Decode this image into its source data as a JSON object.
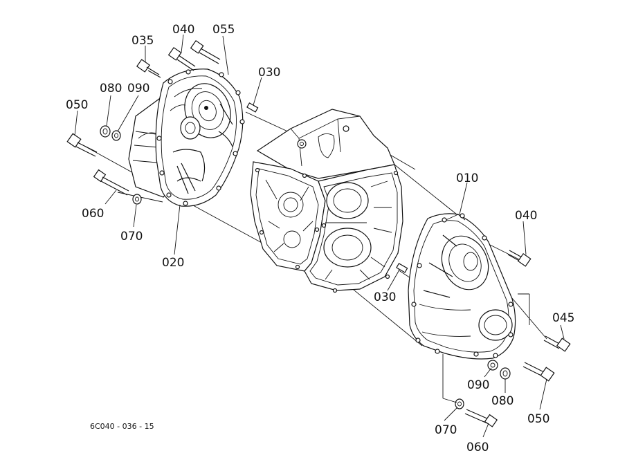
{
  "diagram": {
    "drawing_code": "6C040 - 036 - 15",
    "callouts": {
      "c035": "035",
      "c040a": "040",
      "c055": "055",
      "c030a": "030",
      "c080a": "080",
      "c090a": "090",
      "c050a": "050",
      "c060a": "060",
      "c070a": "070",
      "c020": "020",
      "c010": "010",
      "c040b": "040",
      "c030b": "030",
      "c045": "045",
      "c090b": "090",
      "c080b": "080",
      "c050b": "050",
      "c070b": "070",
      "c060b": "060"
    }
  }
}
